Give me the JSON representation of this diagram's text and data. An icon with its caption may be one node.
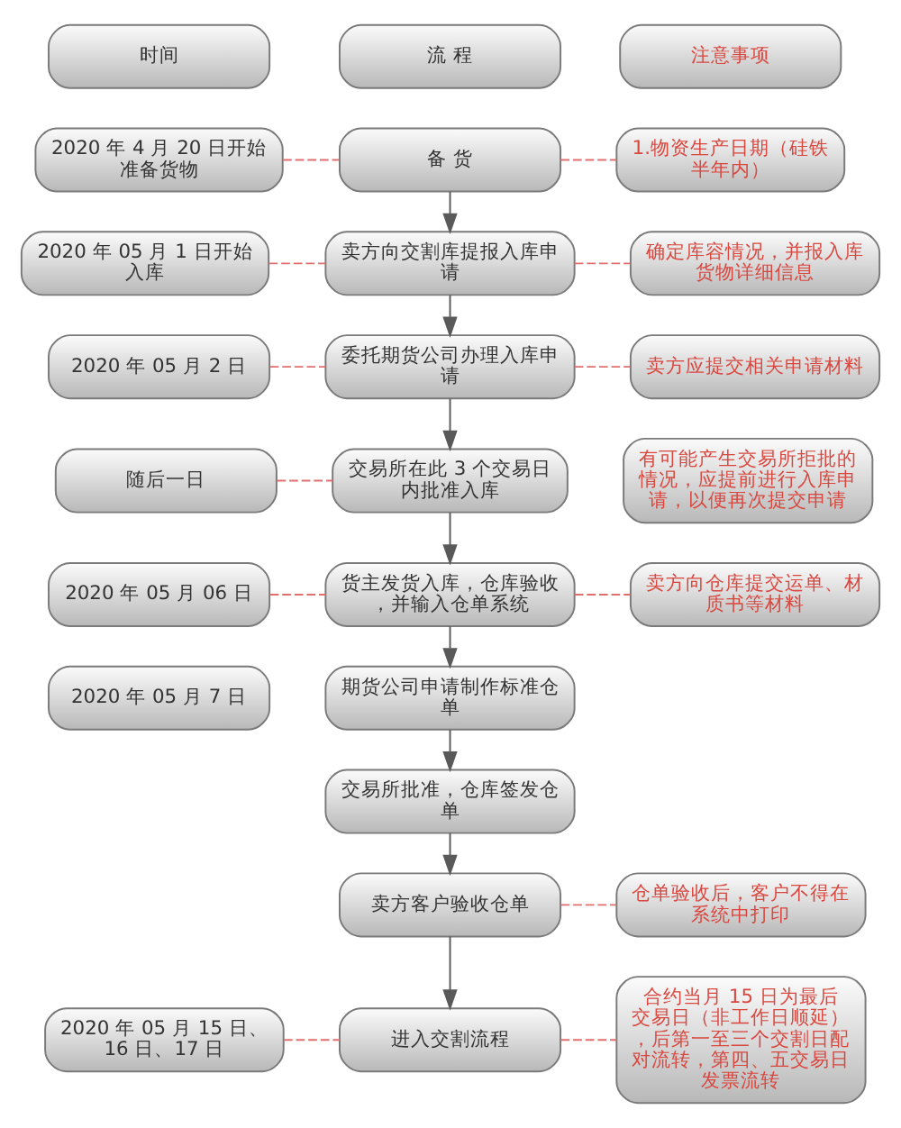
{
  "diagram": {
    "nodes": [
      {
        "text": [
          "时间"
        ]
      },
      {
        "text": [
          "流 程"
        ]
      },
      {
        "text": [
          "注意事项"
        ]
      },
      {
        "text": [
          "2020 年 4 月 20 日开始准备货物"
        ]
      },
      {
        "text": [
          "备 货"
        ]
      },
      {
        "text": [
          "1.物资生产日期（硅铁半年内）"
        ]
      },
      {
        "text": [
          "2020 年 05 月 1 日开始入库"
        ]
      },
      {
        "text": [
          "卖方向交割库提报入库申请"
        ]
      },
      {
        "text": [
          "确定库容情况，并报入库货物详细信息"
        ]
      },
      {
        "text": [
          "2020 年 05 月 2 日"
        ]
      },
      {
        "text": [
          "委托期货公司办理入库申请"
        ]
      },
      {
        "text": [
          "卖方应提交相关申请材料"
        ]
      },
      {
        "text": [
          "随后一日"
        ]
      },
      {
        "text": [
          "交易所在此 3 个交易日内批准入库"
        ]
      },
      {
        "text": [
          "有可能产生交易所拒批的情况，应提前进行入库申请，以便再次提交申请"
        ]
      },
      {
        "text": [
          "2020 年 05 月 06 日"
        ]
      },
      {
        "text": [
          "货主发货入库，仓库验收，并输入仓单系统"
        ]
      },
      {
        "text": [
          "卖方向仓库提交运单、材质书等材料"
        ]
      },
      {
        "text": [
          "2020 年 05 月 7 日"
        ]
      },
      {
        "text": [
          "期货公司申请制作标准仓单"
        ]
      },
      {
        "text": [
          "交易所批准，仓库签发仓单"
        ]
      },
      {
        "text": [
          "卖方客户验收仓单"
        ]
      },
      {
        "text": [
          "仓单验收后，客户不得在系统中打印"
        ]
      },
      {
        "text": [
          "2020 年 05 月 15 日、16 日、17 日"
        ]
      },
      {
        "text": [
          "进入交割流程"
        ]
      },
      {
        "text": [
          "合约当月 15 日为最后交易日（非工作日顺延），后第一至三个交割日配对流转，第四、五交易日发票流转"
        ]
      }
    ],
    "edges": [
      {
        "from": 3,
        "to": 4,
        "arrow": "none",
        "style": "dashed"
      },
      {
        "from": 4,
        "to": 5,
        "arrow": "none",
        "style": "dashed"
      },
      {
        "from": 4,
        "to": 7,
        "arrow": "to",
        "color": "#595959"
      },
      {
        "from": 6,
        "to": 7,
        "arrow": "none",
        "style": "dashed"
      },
      {
        "from": 7,
        "to": 8,
        "arrow": "none",
        "style": "dashed"
      },
      {
        "from": 7,
        "to": 10,
        "arrow": "to",
        "color": "#595959"
      },
      {
        "from": 9,
        "to": 10,
        "arrow": "none",
        "style": "dashed"
      },
      {
        "from": 10,
        "to": 11,
        "arrow": "none",
        "style": "dashed"
      },
      {
        "from": 10,
        "to": 13,
        "arrow": "to",
        "color": "#595959"
      },
      {
        "from": 12,
        "to": 13,
        "arrow": "none",
        "style": "dashed"
      },
      {
        "from": 13,
        "to": 16,
        "arrow": "to",
        "color": "#595959"
      },
      {
        "from": 15,
        "to": 16,
        "arrow": "none",
        "style": "dashed"
      },
      {
        "from": 16,
        "to": 17,
        "arrow": "none",
        "style": "dashed"
      },
      {
        "from": 16,
        "to": 19,
        "arrow": "to",
        "color": "#595959"
      },
      {
        "from": 19,
        "to": 20,
        "arrow": "to",
        "color": "#595959"
      },
      {
        "from": 20,
        "to": 21,
        "arrow": "to",
        "color": "#595959"
      },
      {
        "from": 21,
        "to": 22,
        "arrow": "none",
        "style": "dashed"
      },
      {
        "from": 21,
        "to": 24,
        "arrow": "to",
        "color": "#595959"
      },
      {
        "from": 23,
        "to": 24,
        "arrow": "none",
        "style": "dashed"
      },
      {
        "from": 24,
        "to": 25,
        "arrow": "none",
        "style": "dashed"
      }
    ]
  }
}
